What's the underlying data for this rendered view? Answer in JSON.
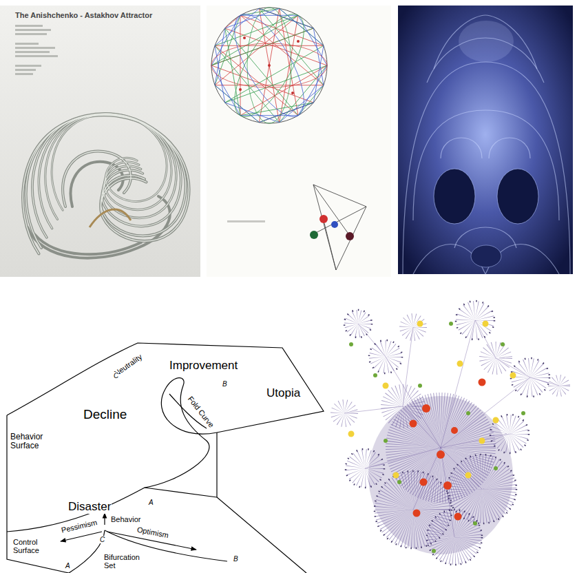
{
  "diagram": {
    "labels": [
      "The Anishchenko - Astakhov Attractor",
      "Neutrality",
      "C",
      "Improvement",
      "B",
      "Utopia",
      "Behavior Surface",
      "Decline",
      "Fold Curve",
      "Disaster",
      "A",
      "Behavior",
      "Control Surface",
      "Pessimism",
      "C",
      "Optimism",
      "Bifurcation Set",
      "A",
      "B"
    ]
  }
}
